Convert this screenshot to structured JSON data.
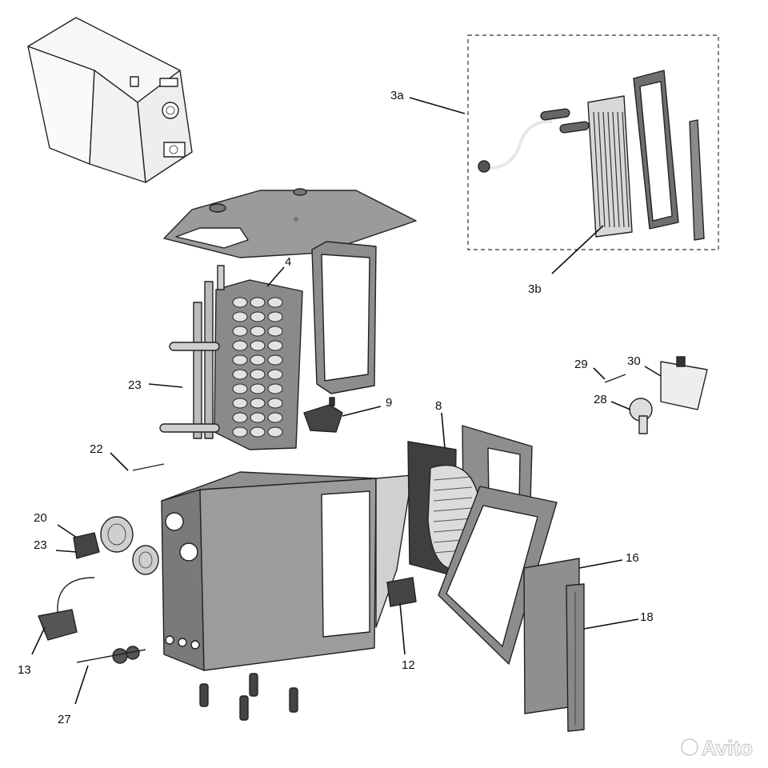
{
  "labels": {
    "l3a": "3a",
    "l3b": "3b",
    "l4": "4",
    "l8": "8",
    "l9": "9",
    "l12": "12",
    "l13": "13",
    "l16": "16",
    "l18": "18",
    "l20": "20",
    "l22": "22",
    "l23a": "23",
    "l23b": "23",
    "l27": "27",
    "l28": "28",
    "l29": "29",
    "l30": "30"
  },
  "watermark": "Avito",
  "colors": {
    "panel_light": "#f4f4f4",
    "panel_mid": "#9a9a9a",
    "panel_dark": "#6c6c6c",
    "ink": "#222222"
  }
}
